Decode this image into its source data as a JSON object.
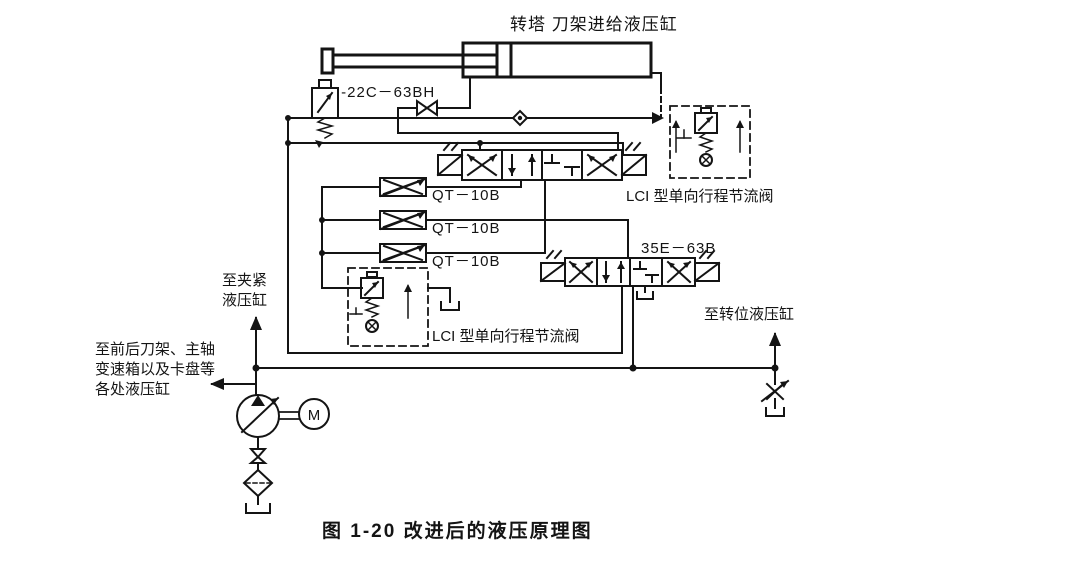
{
  "figure": {
    "caption": "图 1-20  改进后的液压原理图",
    "labels": {
      "cylinder": "转塔 刀架进给液压缸",
      "relief_valve": "I-22C－63BH",
      "qt1": "QT－10B",
      "qt2": "QT－10B",
      "qt3": "QT－10B",
      "lci_right": "LCI 型单向行程节流阀",
      "lci_bottom": "LCI 型单向行程节流阀",
      "valve_35e": "35E－63B",
      "to_clamp_line1": "至夹紧",
      "to_clamp_line2": "液压缸",
      "to_left_line1": "至前后刀架、主轴",
      "to_left_line2": "变速箱以及卡盘等",
      "to_left_line3": "各处液压缸",
      "to_index": "至转位液压缸",
      "motor": "M"
    },
    "colors": {
      "ink": "#141414",
      "paper": "#ffffff"
    }
  }
}
